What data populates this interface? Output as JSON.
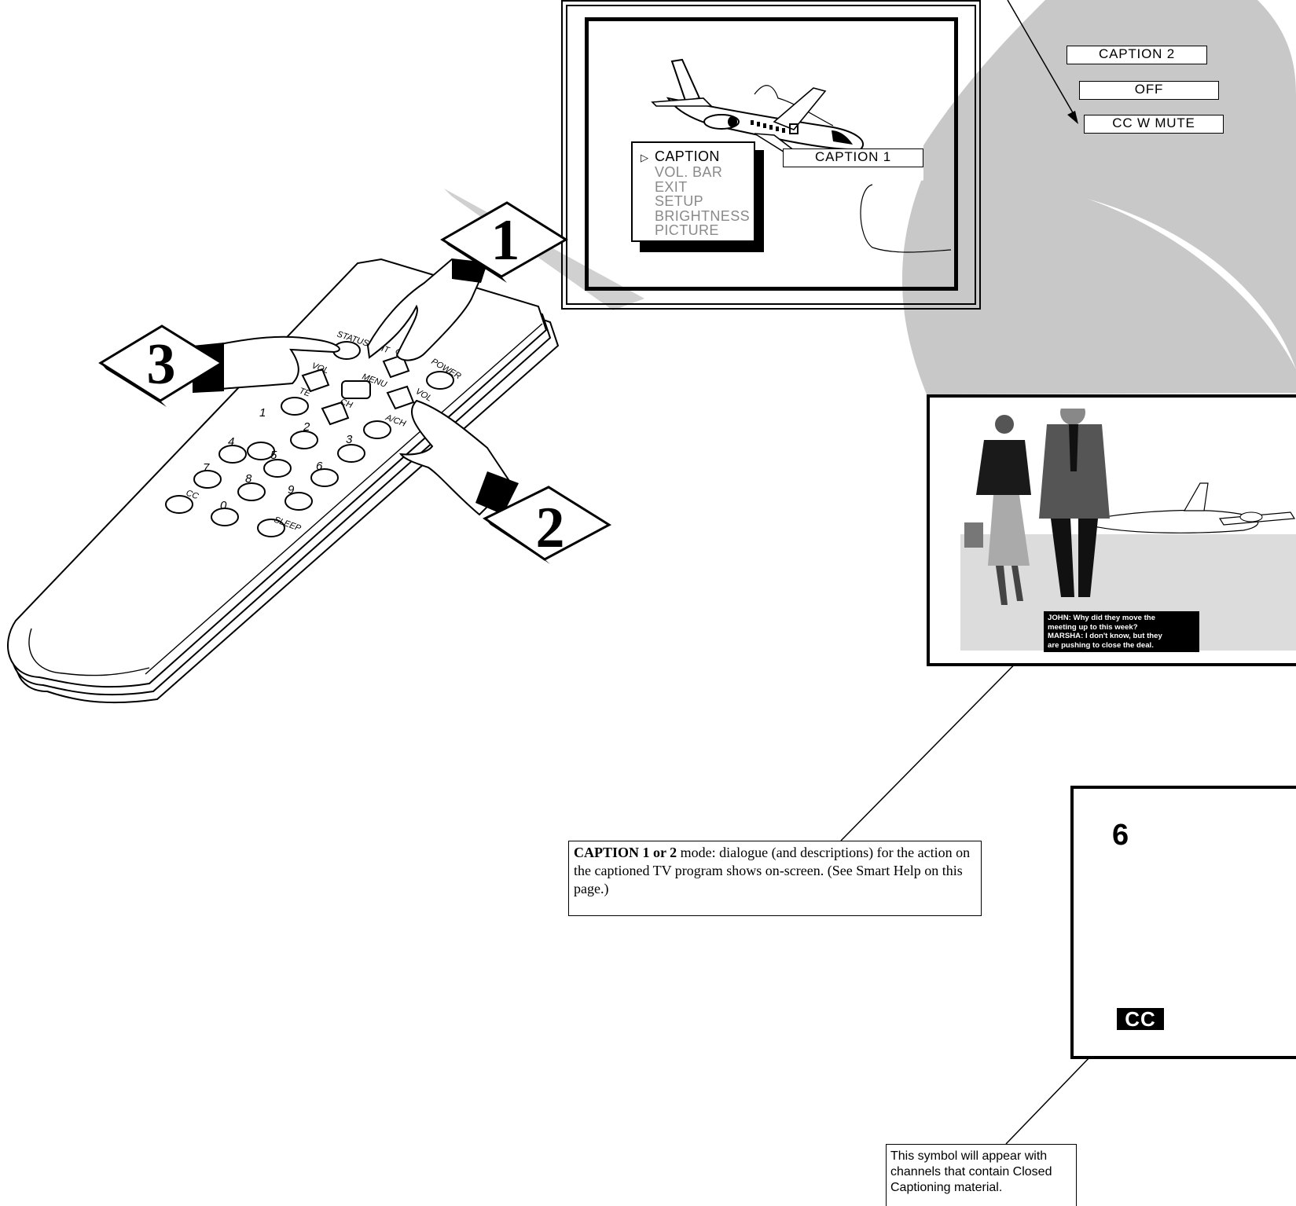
{
  "menu": {
    "items": [
      {
        "label": "CAPTION",
        "selected": true
      },
      {
        "label": "VOL. BAR",
        "selected": false
      },
      {
        "label": "EXIT",
        "selected": false
      },
      {
        "label": "SETUP",
        "selected": false
      },
      {
        "label": "BRIGHTNESS",
        "selected": false
      },
      {
        "label": "PICTURE",
        "selected": false
      }
    ],
    "current_value": "CAPTION  1"
  },
  "options": [
    "CAPTION  2",
    "OFF",
    "CC W MUTE"
  ],
  "steps": [
    "1",
    "2",
    "3"
  ],
  "remote": {
    "labels": {
      "status_exit": "STATUS/EXIT",
      "ch": "CH",
      "power": "POWER",
      "vol_left": "VOL",
      "menu": "MENU",
      "vol_right": "VOL",
      "mute": "TE",
      "ch_down": "CH",
      "ach": "A/CH",
      "cc": "CC",
      "sleep": "SLEEP"
    },
    "digits": [
      "1",
      "2",
      "3",
      "4",
      "5",
      "6",
      "7",
      "8",
      "9",
      "0"
    ]
  },
  "caption_screen": {
    "caption_lines": [
      "JOHN: Why did they move  the",
      "meeting up to this week?",
      "MARSHA: I don't know, but they",
      "are pushing to close the deal."
    ]
  },
  "channel_screen": {
    "channel": "6",
    "badge": "CC"
  },
  "callouts": {
    "caption_mode_bold": "CAPTION 1 or 2",
    "caption_mode_text": " mode: dialogue (and descriptions) for the action on the captioned TV program shows on-screen. (See Smart Help on this page.)",
    "cc_symbol_text": "This symbol will appear with channels that contain Closed Captioning material."
  }
}
